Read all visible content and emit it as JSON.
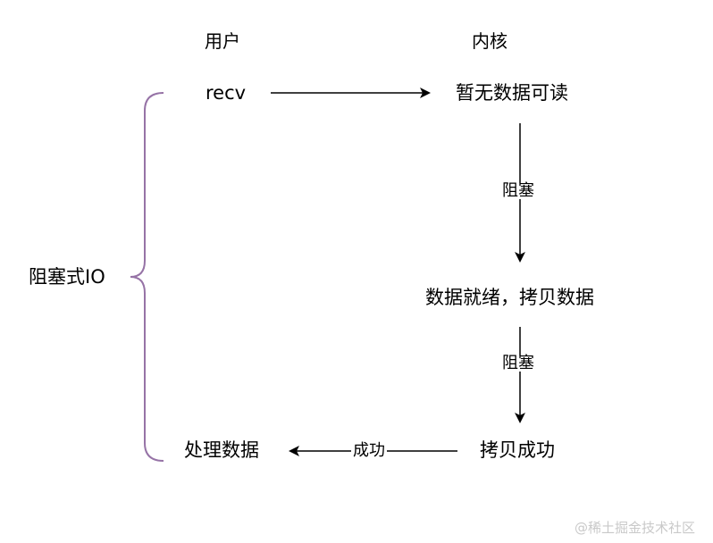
{
  "columns": {
    "user": "用户",
    "kernel": "内核"
  },
  "side_label": "阻塞式IO",
  "nodes": {
    "recv": "recv",
    "no_data": "暂无数据可读",
    "data_ready": "数据就绪，拷贝数据",
    "copy_success": "拷贝成功",
    "process_data": "处理数据"
  },
  "edges": {
    "block_1": "阻塞",
    "block_2": "阻塞",
    "success": "成功"
  },
  "watermark": "@稀土掘金技术社区",
  "colors": {
    "brace": "#9673a6",
    "arrow": "#000000"
  }
}
